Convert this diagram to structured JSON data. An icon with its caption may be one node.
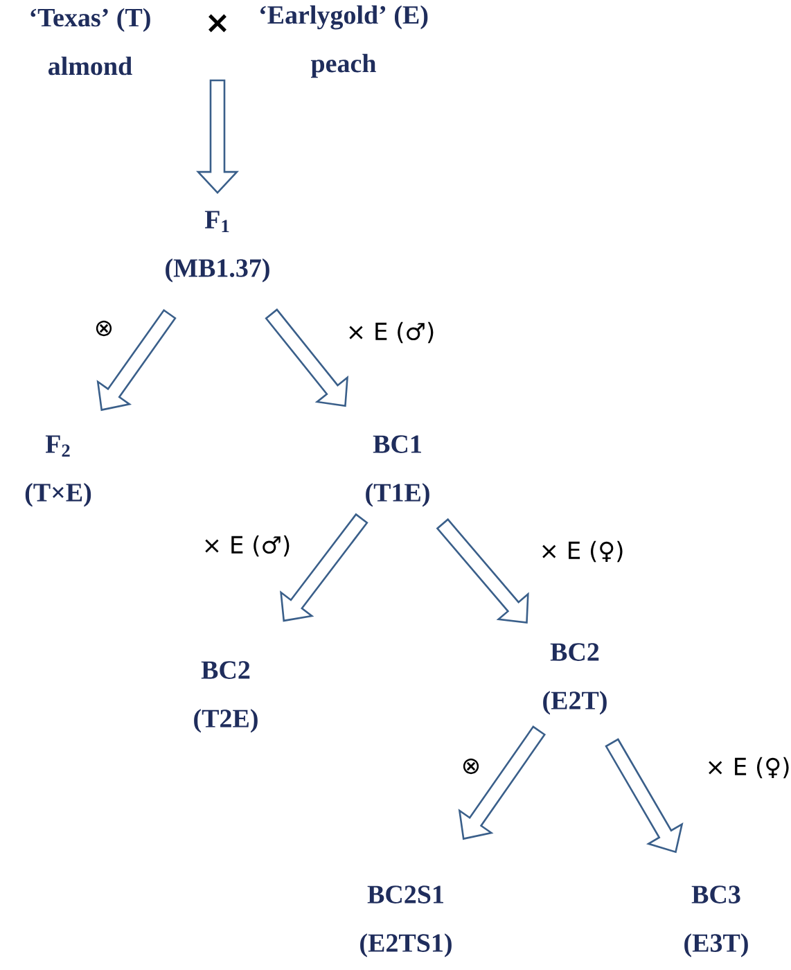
{
  "diagram": {
    "nodes": [
      {
        "text": [
          "‘Texas’ (T)",
          "almond"
        ]
      },
      {
        "text": [
          "‘Earlygold’ (E)",
          "peach"
        ]
      },
      {
        "text": [
          "F$_{1}$",
          "(MB1.37)"
        ]
      },
      {
        "text": [
          "F$_{2}$",
          "(T×E)"
        ]
      },
      {
        "text": [
          "BC1",
          "(T1E)"
        ]
      },
      {
        "text": [
          "BC2",
          "(T2E)"
        ]
      },
      {
        "text": [
          "BC2",
          "(E2T)"
        ]
      },
      {
        "text": [
          "BC2S1",
          "(E2TS1)"
        ]
      },
      {
        "text": [
          "BC3",
          "(E3T)"
        ]
      }
    ],
    "edges": [
      {
        "from": null,
        "to": 2,
        "arrow": "to"
      },
      {
        "from": 2,
        "to": 3,
        "arrow": "to",
        "label": "⊗"
      },
      {
        "from": 2,
        "to": 4,
        "arrow": "to",
        "label": "× E (♂)"
      },
      {
        "from": 4,
        "to": 5,
        "arrow": "to",
        "label": "× E (♂)"
      },
      {
        "from": 4,
        "to": 6,
        "arrow": "to",
        "label": "× E (♀)"
      },
      {
        "from": 6,
        "to": 7,
        "arrow": "to",
        "label": "⊗"
      },
      {
        "from": 6,
        "to": 8,
        "arrow": "to",
        "label": "× E (♀)"
      }
    ],
    "labels": [
      "×"
    ]
  }
}
